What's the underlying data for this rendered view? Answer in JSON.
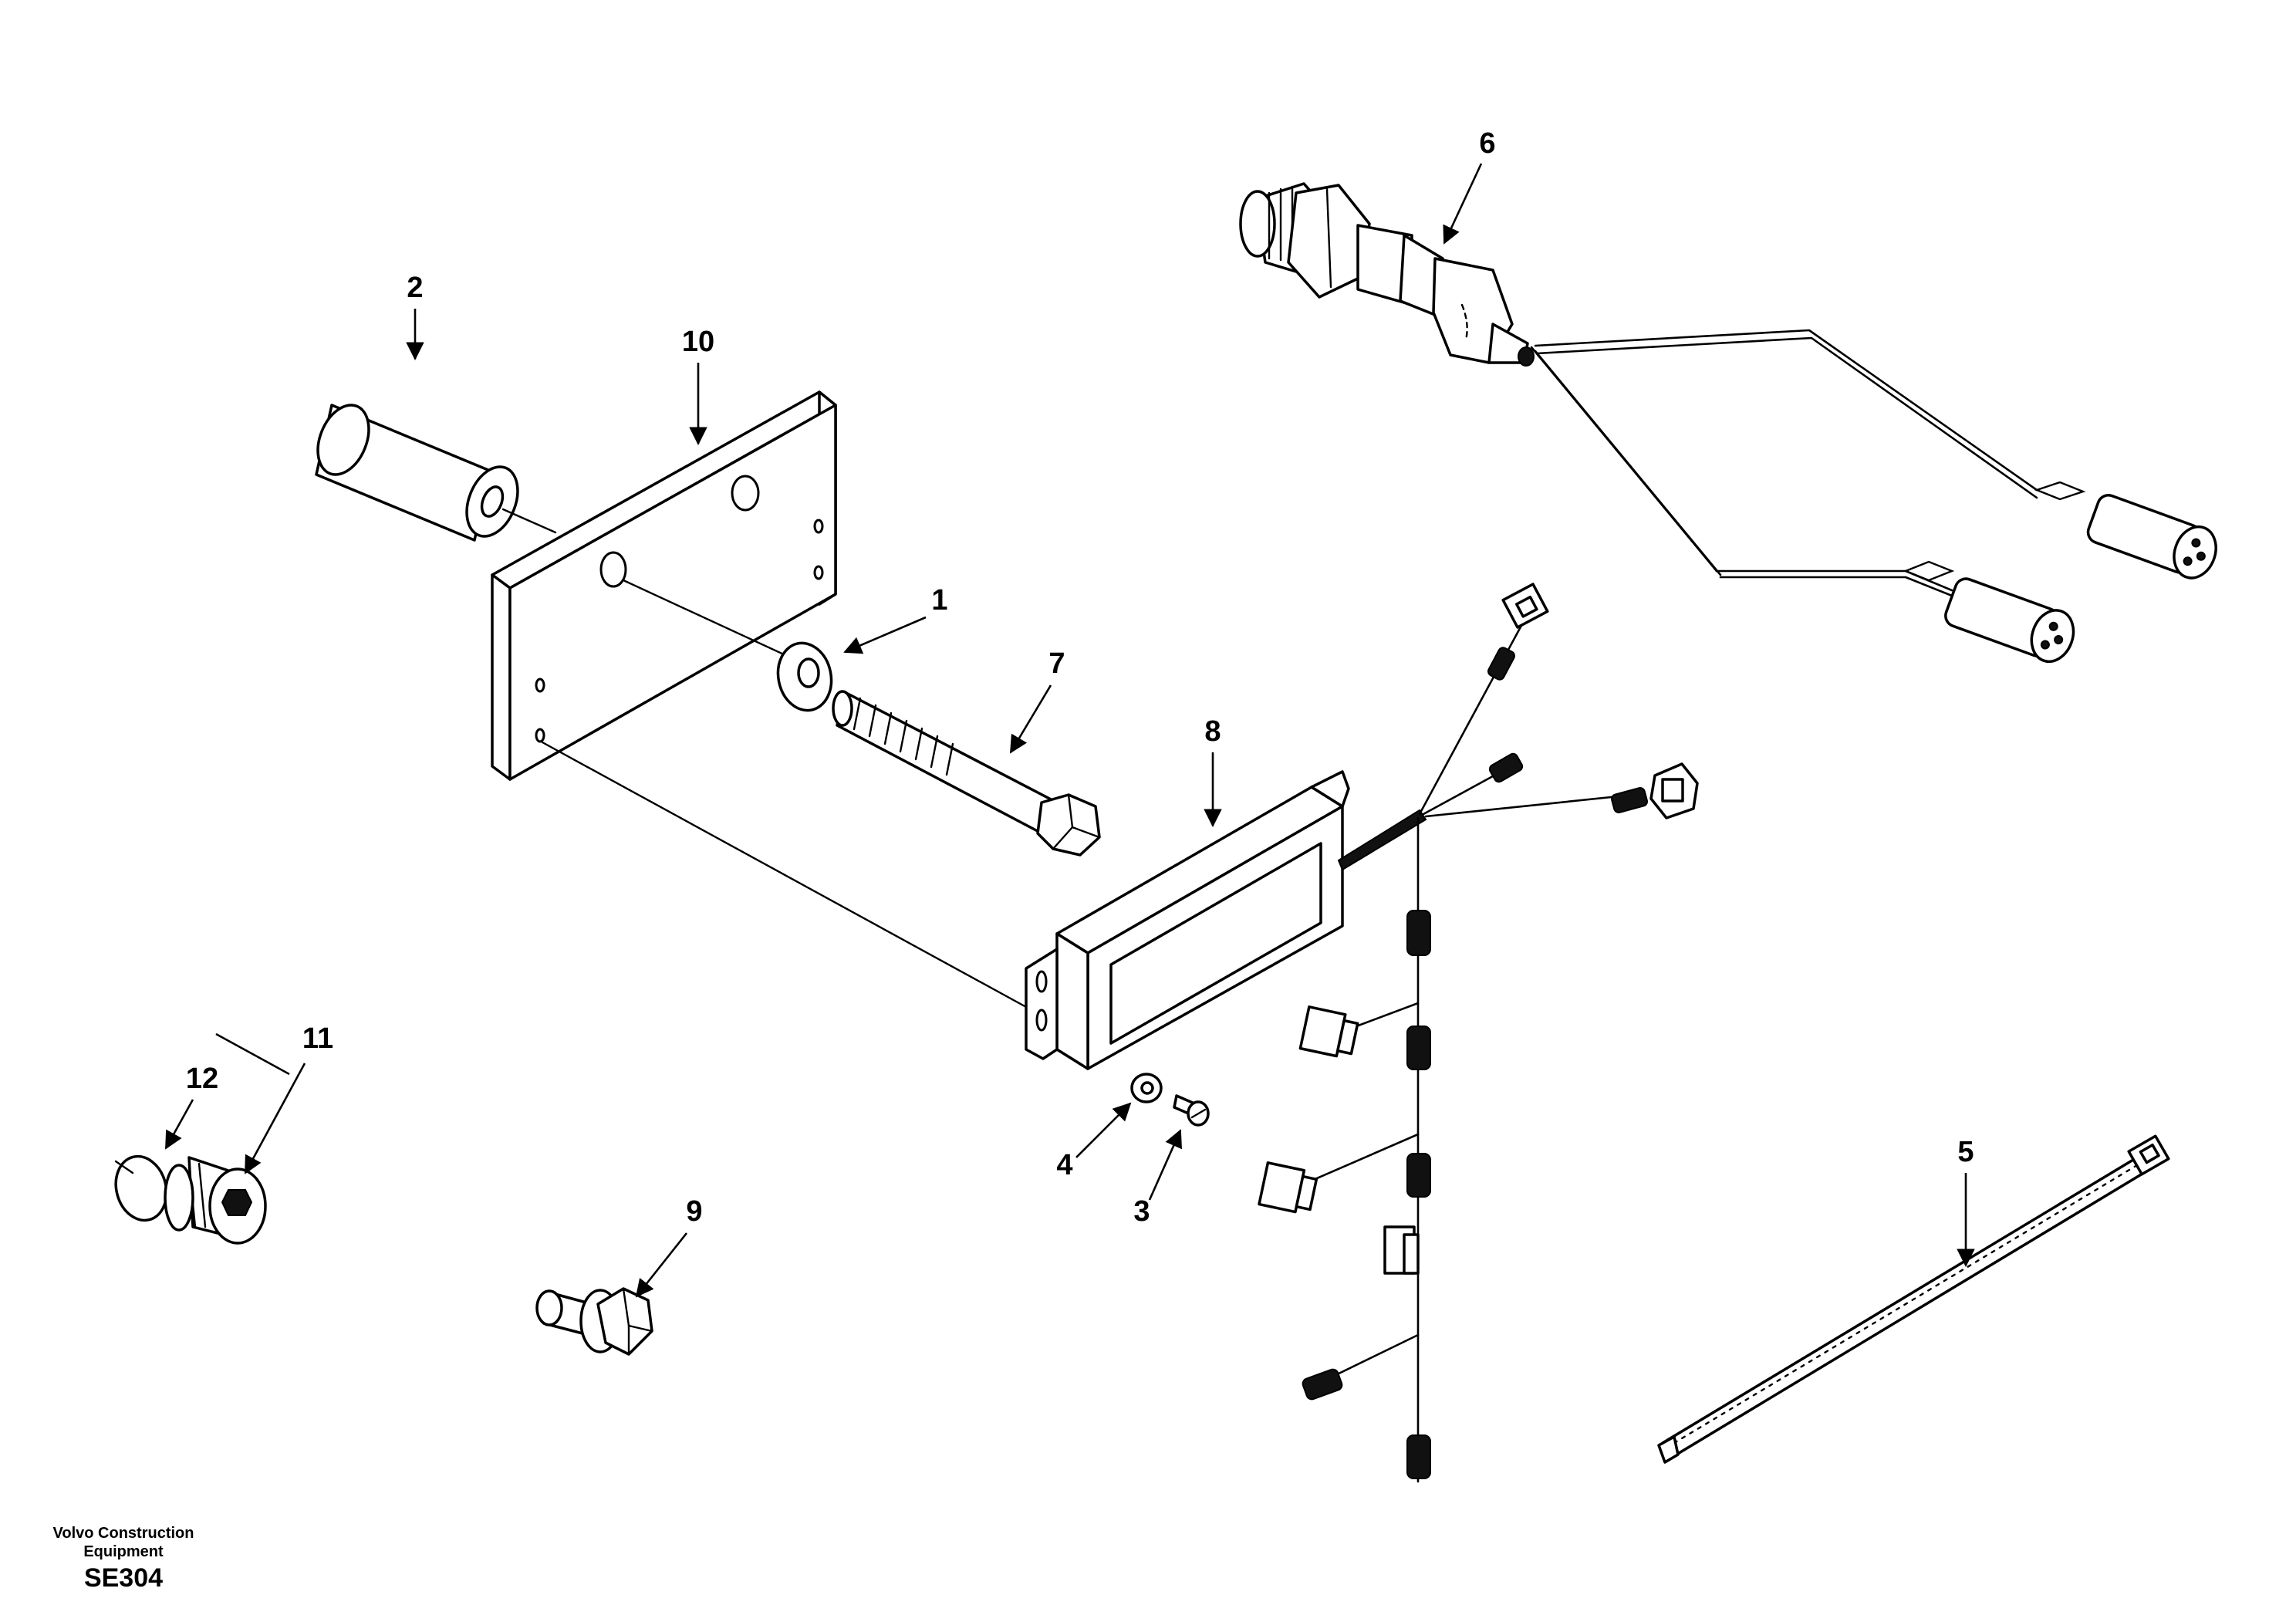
{
  "diagram": {
    "callouts": [
      "1",
      "2",
      "3",
      "4",
      "5",
      "6",
      "7",
      "8",
      "9",
      "10",
      "11",
      "12"
    ]
  },
  "footer": {
    "brand_line1": "Volvo Construction",
    "brand_line2": "Equipment",
    "code": "SE304"
  }
}
